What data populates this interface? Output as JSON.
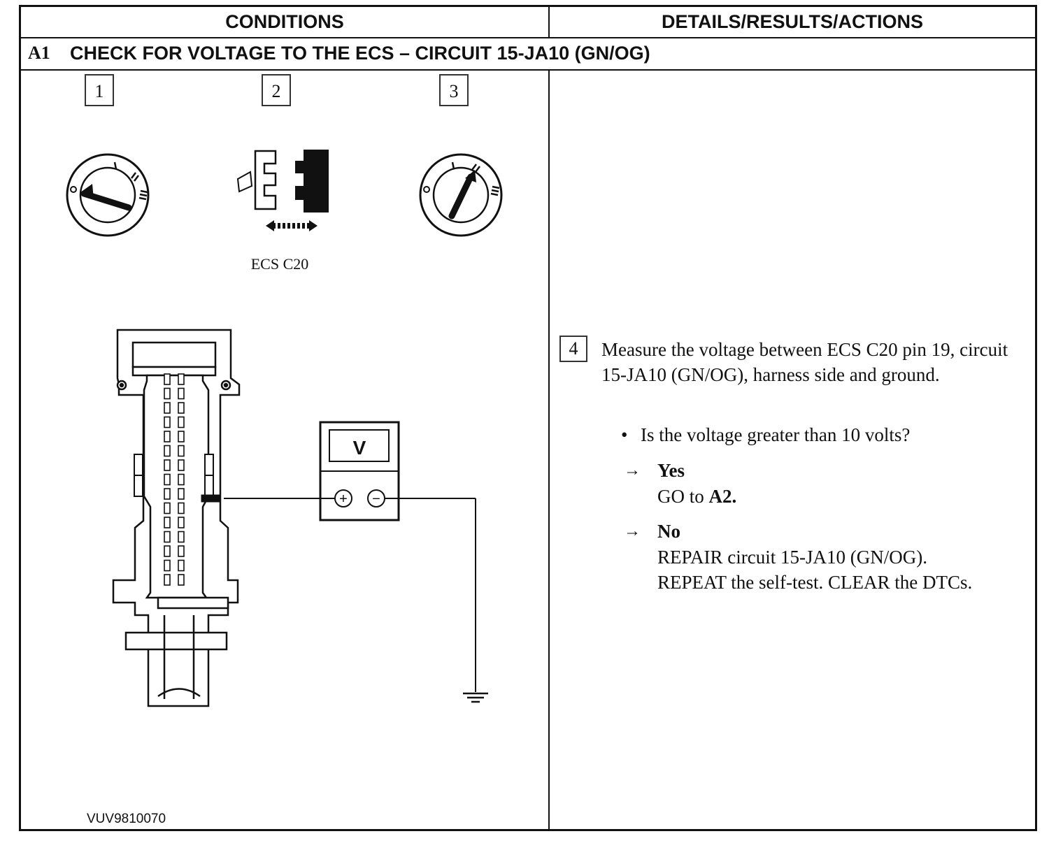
{
  "header": {
    "conditions_label": "CONDITIONS",
    "details_label": "DETAILS/RESULTS/ACTIONS"
  },
  "step": {
    "id": "A1",
    "title": "CHECK FOR VOLTAGE TO THE ECS – CIRCUIT 15-JA10 (GN/OG)"
  },
  "diagram": {
    "step_numbers": [
      "1",
      "2",
      "3"
    ],
    "connector_label": "ECS C20",
    "meter_symbol": "V",
    "meter_plus": "+",
    "meter_minus": "−",
    "figure_id": "VUV9810070",
    "icons": [
      "ignition-off-icon",
      "connector-disconnect-icon",
      "ignition-on-icon",
      "harness-connector-icon",
      "voltmeter-icon",
      "ground-symbol-icon"
    ]
  },
  "action": {
    "step_number": "4",
    "instruction": "Measure the voltage between ECS C20 pin 19, circuit 15-JA10 (GN/OG), harness side and ground.",
    "question": "Is the voltage greater than 10 volts?",
    "answers": [
      {
        "arrow": "→",
        "label": "Yes",
        "lines": [
          "GO to ",
          "A2."
        ]
      },
      {
        "arrow": "→",
        "label": "No",
        "lines": [
          "REPAIR circuit 15-JA10 (GN/OG).",
          "REPEAT the self-test. CLEAR the DTCs."
        ]
      }
    ]
  }
}
